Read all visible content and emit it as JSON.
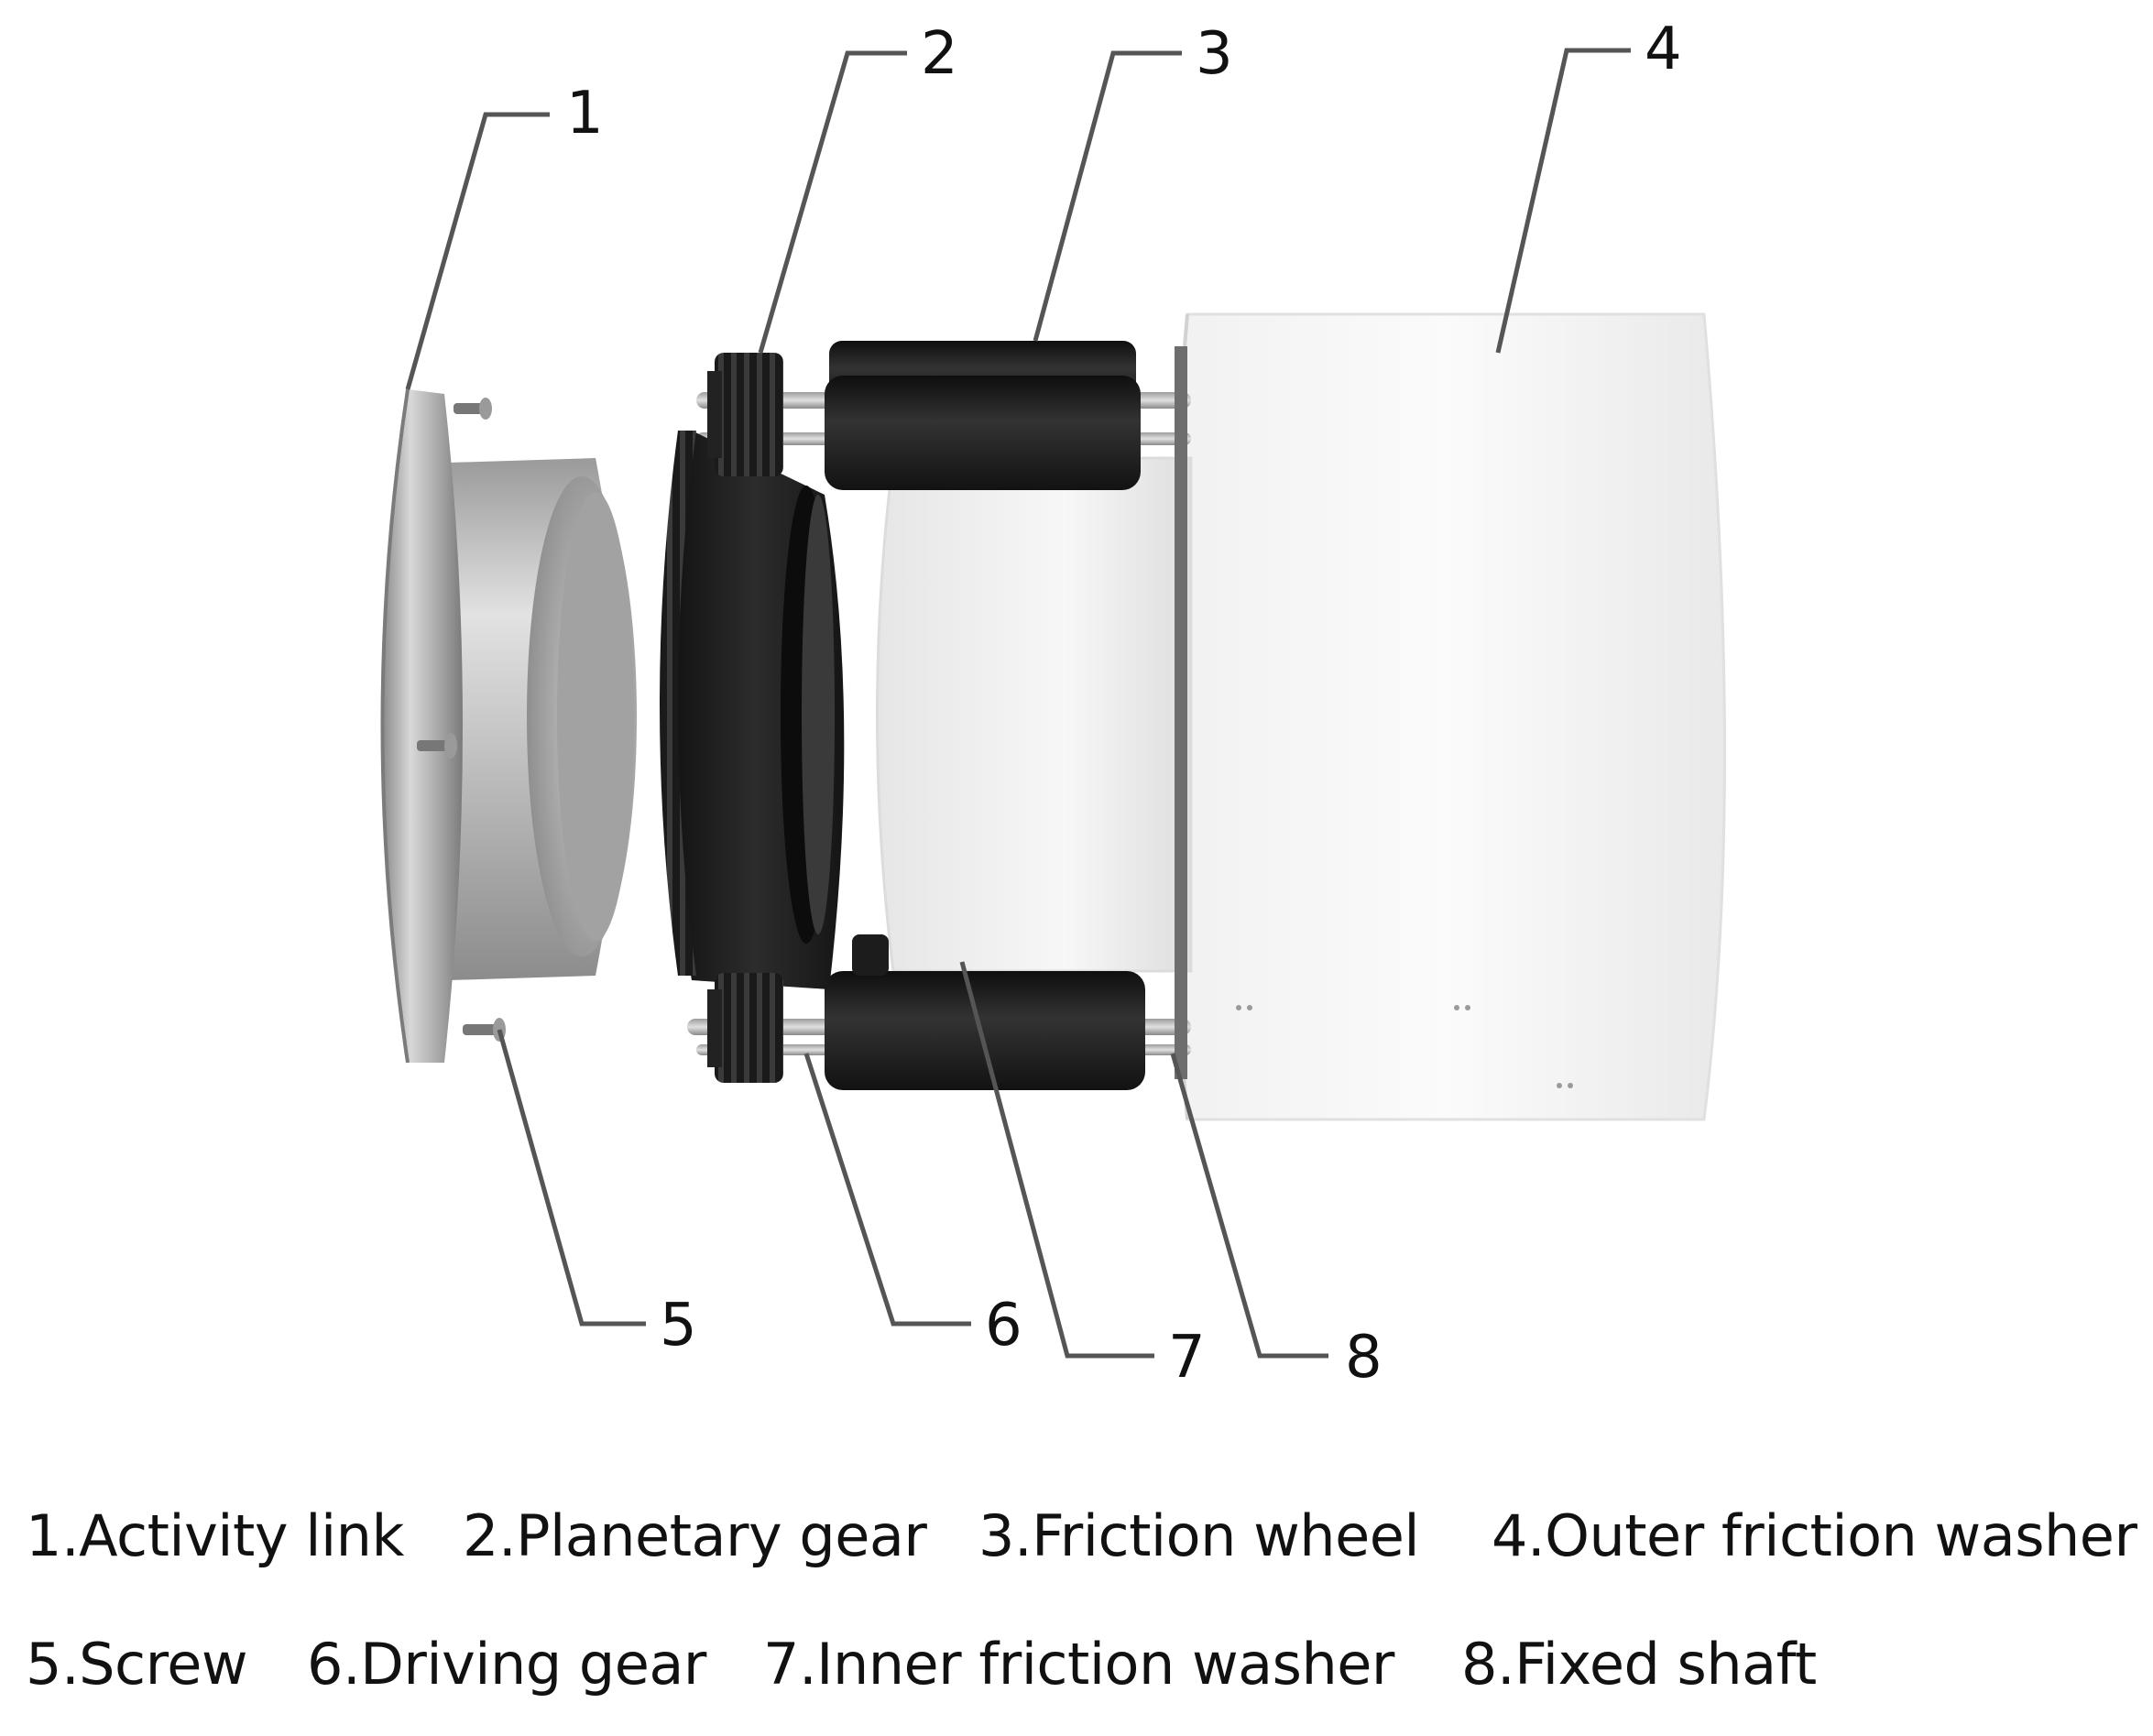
{
  "callouts": [
    "1",
    "2",
    "3",
    "4",
    "5",
    "6",
    "7",
    "8"
  ],
  "legend": [
    "1.Activity link",
    "2.Planetary gear",
    "3.Friction wheel",
    "4.Outer friction washer",
    "5.Screw",
    "6.Driving gear",
    "7.Inner friction washer",
    "8.Fixed shaft"
  ],
  "colors": {
    "background": "#ffffff",
    "metal": "#b9b9b9",
    "dark_part": "#1c1c1c",
    "washer": "#f4f4f4",
    "leader_line": "#555555"
  }
}
